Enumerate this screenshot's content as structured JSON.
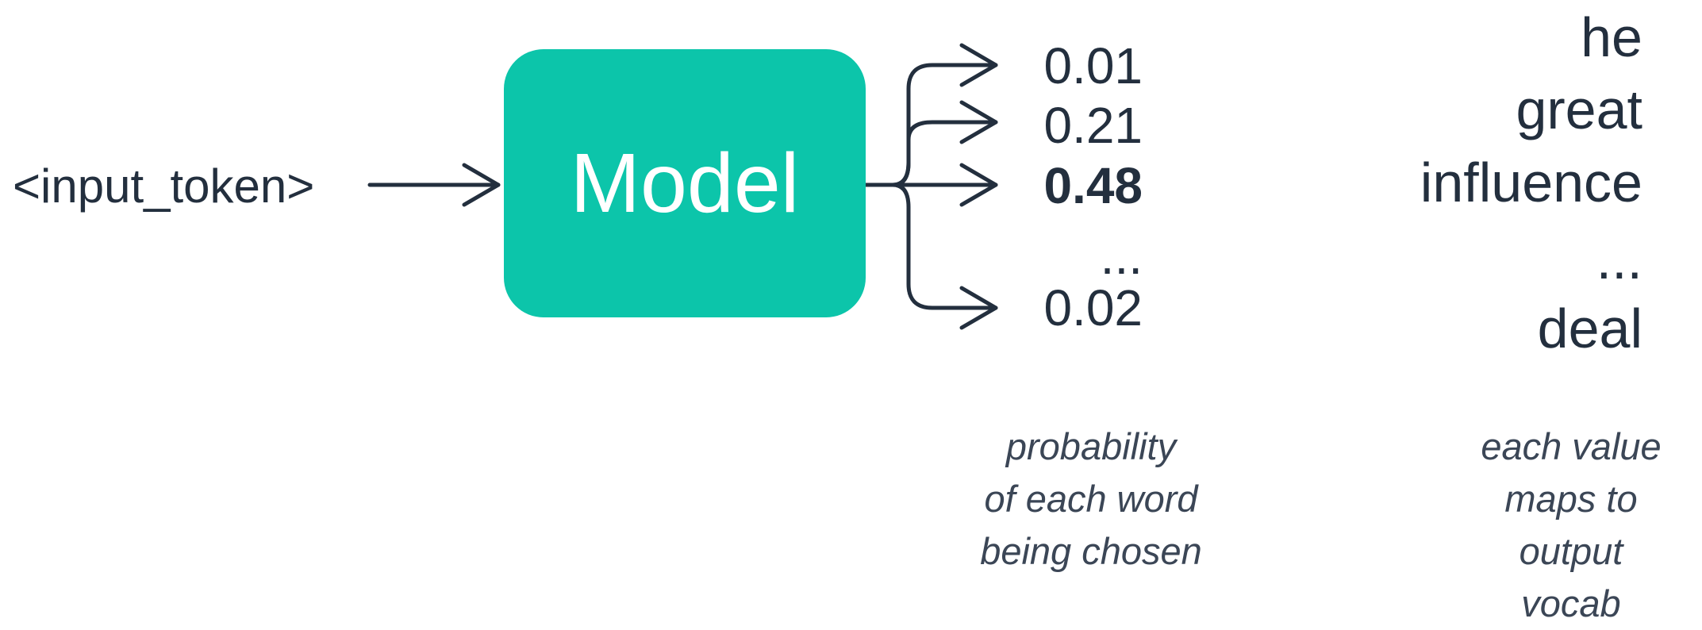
{
  "input": {
    "label": "<input_token>"
  },
  "model": {
    "label": "Model",
    "color": "#0cc5aa"
  },
  "probabilities": [
    {
      "text": "0.01",
      "bold": false
    },
    {
      "text": "0.21",
      "bold": false
    },
    {
      "text": "0.48",
      "bold": true
    },
    {
      "text": "...",
      "bold": false
    },
    {
      "text": "0.02",
      "bold": false
    }
  ],
  "vocab": [
    "he",
    "great",
    "influence",
    "...",
    "deal"
  ],
  "captions": {
    "probability": [
      "probability",
      "of each word",
      "being chosen"
    ],
    "vocab": [
      "each value",
      "maps to",
      "output",
      "vocab"
    ]
  },
  "colors": {
    "text": "#232f3e",
    "caption": "#3b4656",
    "arrow": "#232f3e"
  }
}
